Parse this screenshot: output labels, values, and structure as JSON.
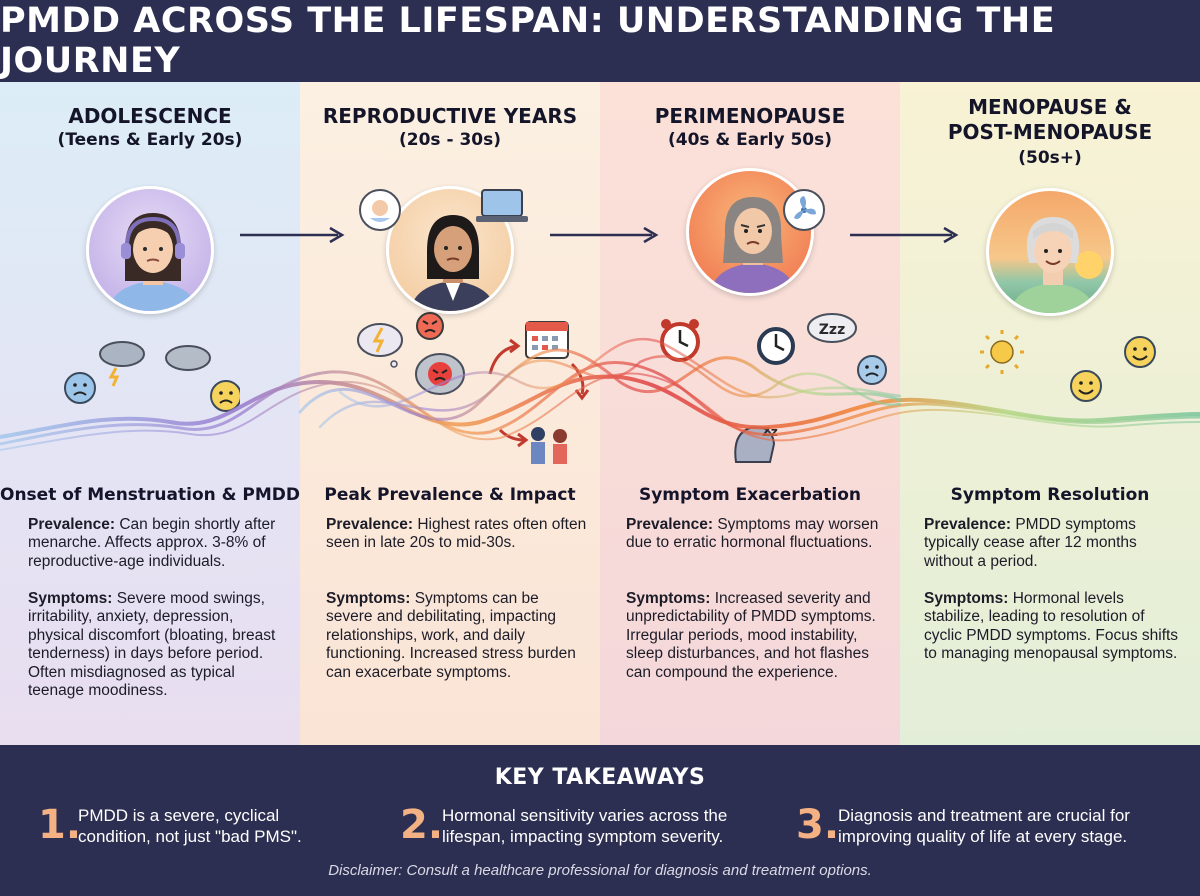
{
  "title": "PMDD ACROSS THE LIFESPAN: UNDERSTANDING THE JOURNEY",
  "stages": [
    {
      "title_lines": [
        "ADOLESCENCE"
      ],
      "range": "(Teens & Early 20s)",
      "section": "Onset of Menstruation & PMDD",
      "prevalence_label": "Prevalence:",
      "prevalence_text": "Can begin shortly after menarche. Affects approx. 3-8% of reproductive-age individuals.",
      "symptoms_label": "Symptoms:",
      "symptoms_text": "Severe mood swings, irritability, anxiety, depression, physical discomfort (bloating, breast tenderness) in days before period. Often misdiagnosed as typical teenage moodiness."
    },
    {
      "title_lines": [
        "REPRODUCTIVE YEARS"
      ],
      "range": "(20s - 30s)",
      "section": "Peak Prevalence & Impact",
      "prevalence_label": "Prevalence:",
      "prevalence_text": "Highest rates often often seen in late 20s to mid-30s.",
      "symptoms_label": "Symptoms:",
      "symptoms_text": "Symptoms can be severe and debilitating, impacting relationships, work, and daily functioning. Increased stress burden can exacerbate symptoms."
    },
    {
      "title_lines": [
        "PERIMENOPAUSE"
      ],
      "range": "(40s & Early 50s)",
      "section": "Symptom Exacerbation",
      "prevalence_label": "Prevalence:",
      "prevalence_text": "Symptoms may worsen due to erratic hormonal fluctuations.",
      "symptoms_label": "Symptoms:",
      "symptoms_text": "Increased severity and unpredictability of PMDD symptoms. Irregular periods, mood instability, sleep disturbances, and hot flashes can compound the experience."
    },
    {
      "title_lines": [
        "MENOPAUSE &",
        "POST-MENOPAUSE"
      ],
      "range": "(50s+)",
      "section": "Symptom Resolution",
      "prevalence_label": "Prevalence:",
      "prevalence_text": "PMDD symptoms typically cease after 12 months without a period.",
      "symptoms_label": "Symptoms:",
      "symptoms_text": "Hormonal levels stabilize, leading to resolution of cyclic PMDD symptoms. Focus shifts to managing menopausal symptoms."
    }
  ],
  "icon_text": {
    "zzz_big": "Zzz",
    "zzz_small": "Zz"
  },
  "takeaways": {
    "title": "KEY TAKEAWAYS",
    "items": [
      {
        "num": "1.",
        "text": "PMDD is a severe, cyclical condition, not just \"bad PMS\"."
      },
      {
        "num": "2.",
        "text": "Hormonal sensitivity varies across the lifespan, impacting symptom severity."
      },
      {
        "num": "3.",
        "text": "Diagnosis and treatment are crucial for improving quality of life at every stage."
      }
    ],
    "disclaimer": "Disclaimer: Consult a healthcare professional for diagnosis and treatment options."
  },
  "colors": {
    "navy": "#2d2f52",
    "accent_number": "#f4b183",
    "wave_blue": "#7aa7e0",
    "wave_purple": "#9b7fd1",
    "wave_orange": "#f08a3c",
    "wave_red": "#e0474b",
    "wave_green": "#7fc77f",
    "wave_yellow": "#e7d36b"
  }
}
